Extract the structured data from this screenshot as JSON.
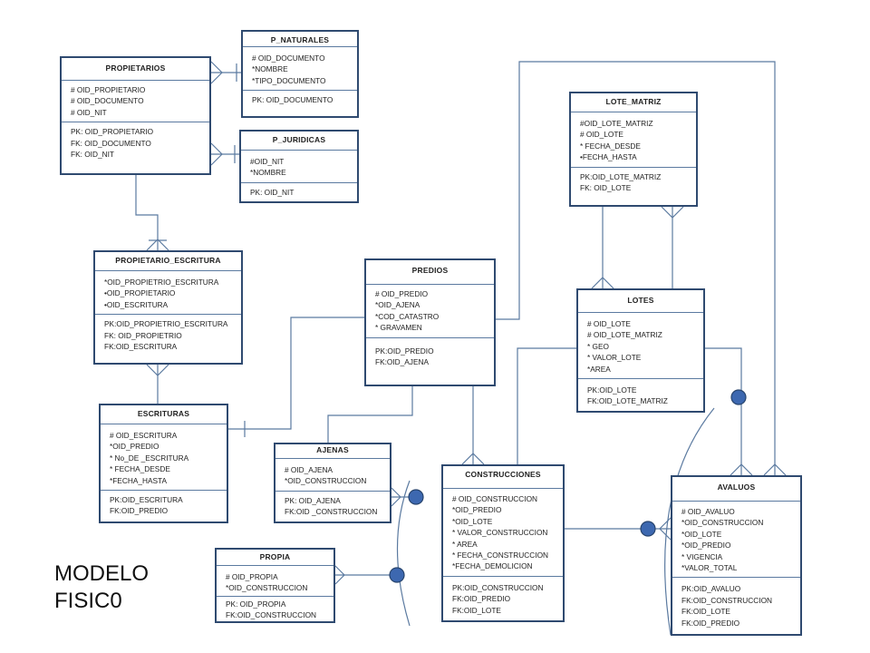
{
  "title_lines": [
    "MODELO",
    "FISIC0"
  ],
  "entities": {
    "p_naturales": {
      "name": "P_NATURALES",
      "attributes": [
        "# OID_DOCUMENTO",
        "*NOMBRE",
        "*TIPO_DOCUMENTO"
      ],
      "keys": [
        "PK: OID_DOCUMENTO"
      ]
    },
    "propietarios": {
      "name": "PROPIETARIOS",
      "attributes": [
        "# OID_PROPIETARIO",
        "# OID_DOCUMENTO",
        "# OID_NIT"
      ],
      "keys": [
        "PK: OID_PROPIETARIO",
        "FK: OID_DOCUMENTO",
        "FK: OID_NIT"
      ]
    },
    "p_juridicas": {
      "name": "P_JURIDICAS",
      "attributes": [
        "#OID_NIT",
        "*NOMBRE"
      ],
      "keys": [
        "PK: OID_NIT"
      ]
    },
    "lote_matriz": {
      "name": "LOTE_MATRIZ",
      "attributes": [
        "#OID_LOTE_MATRIZ",
        "# OID_LOTE",
        "* FECHA_DESDE",
        "•FECHA_HASTA"
      ],
      "keys": [
        "PK:OID_LOTE_MATRIZ",
        "FK: OID_LOTE"
      ]
    },
    "propietario_escritura": {
      "name": "PROPIETARIO_ESCRITURA",
      "attributes": [
        "*OID_PROPIETRIO_ESCRITURA",
        "•OID_PROPIETARIO",
        "•OID_ESCRITURA"
      ],
      "keys": [
        "PK:OID_PROPIETRIO_ESCRITURA",
        "FK: OID_PROPIETRIO",
        "FK:OID_ESCRITURA"
      ]
    },
    "predios": {
      "name": "PREDIOS",
      "attributes": [
        "# OID_PREDIO",
        "*OID_AJENA",
        "*COD_CATASTRO",
        "* GRAVAMEN"
      ],
      "keys": [
        "PK:OID_PREDIO",
        "FK:OID_AJENA"
      ]
    },
    "lotes": {
      "name": "LOTES",
      "attributes": [
        "# OID_LOTE",
        "# OID_LOTE_MATRIZ",
        "* GEO",
        "* VALOR_LOTE",
        "*AREA"
      ],
      "keys": [
        "PK:OID_LOTE",
        "FK:OID_LOTE_MATRIZ"
      ]
    },
    "escrituras": {
      "name": "ESCRITURAS",
      "attributes": [
        "# OID_ESCRITURA",
        "*OID_PREDIO",
        "* No_DE _ESCRITURA",
        "* FECHA_DESDE",
        "*FECHA_HASTA"
      ],
      "keys": [
        "PK:OID_ESCRITURA",
        "FK:OID_PREDIO"
      ]
    },
    "ajenas": {
      "name": "AJENAS",
      "attributes": [
        "# OID_AJENA",
        "*OID_CONSTRUCCION"
      ],
      "keys": [
        "PK: OID_AJENA",
        "FK:OID _CONSTRUCCION"
      ]
    },
    "construcciones": {
      "name": "CONSTRUCCIONES",
      "attributes": [
        "# OID_CONSTRUCCION",
        "*OID_PREDIO",
        "*OID_LOTE",
        "* VALOR_CONSTRUCCION",
        "* AREA",
        "* FECHA_CONSTRUCCION",
        "*FECHA_DEMOLICION"
      ],
      "keys": [
        "PK:OID_CONSTRUCCION",
        "FK:OID_PREDIO",
        "FK:OID_LOTE"
      ]
    },
    "avaluos": {
      "name": "AVALUOS",
      "attributes": [
        "# OID_AVALUO",
        "*OID_CONSTRUCCION",
        "*OID_LOTE",
        "*OID_PREDIO",
        "* VIGENCIA",
        "*VALOR_TOTAL"
      ],
      "keys": [
        "PK:OID_AVALUO",
        "FK:OID_CONSTRUCCION",
        "FK:OID_LOTE",
        "FK:OID_PREDIO"
      ]
    },
    "propia": {
      "name": "PROPIA",
      "attributes": [
        "# OID_PROPIA",
        "*OID_CONSTRUCCION"
      ],
      "keys": [
        "PK: OID_PROPIA",
        "FK:OID_CONSTRUCCION"
      ]
    }
  },
  "colors": {
    "border": "#2f4a70",
    "connector": "#5b7aa0",
    "dot": "#3d68b0"
  }
}
